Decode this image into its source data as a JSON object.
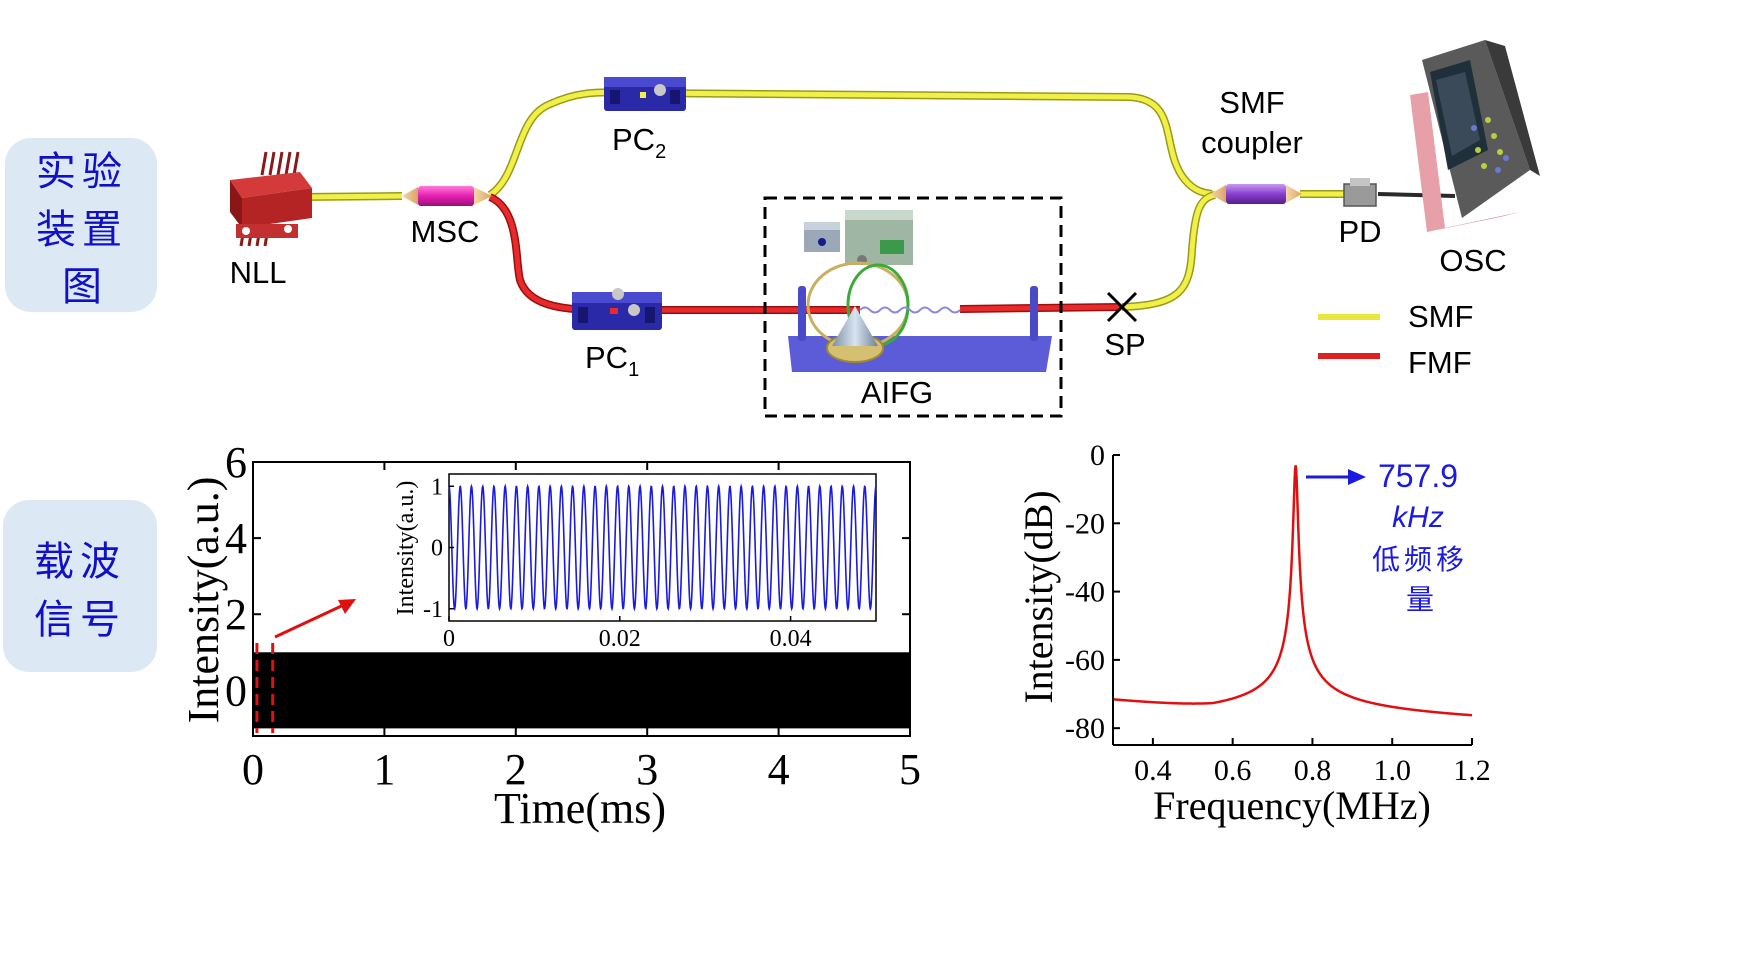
{
  "side_labels": {
    "setup": [
      "实验",
      "装置",
      "图"
    ],
    "signal": [
      "载波",
      "信号"
    ]
  },
  "setup": {
    "components": {
      "nll": "NLL",
      "msc": "MSC",
      "pc2": "PC",
      "pc2_sub": "2",
      "pc1": "PC",
      "pc1_sub": "1",
      "aifg": "AIFG",
      "sp": "SP",
      "coupler_line1": "SMF",
      "coupler_line2": "coupler",
      "pd": "PD",
      "osc": "OSC"
    },
    "legend": [
      {
        "label": "SMF",
        "color": "#e8e83a"
      },
      {
        "label": "FMF",
        "color": "#e02020"
      }
    ],
    "colors": {
      "smf": "#e8e83a",
      "fmf": "#e02020",
      "device_blue": "#2a2aa8",
      "stage": "#5a5ad0"
    }
  },
  "chart_data": [
    {
      "type": "line",
      "title": "",
      "xlabel": "Time(ms)",
      "ylabel": "Intensity(a.u.)",
      "xlim": [
        0,
        5
      ],
      "ylim": [
        -1.2,
        6
      ],
      "xticks": [
        "0",
        "1",
        "2",
        "3",
        "4",
        "5"
      ],
      "yticks": [
        "0",
        "2",
        "4",
        "6"
      ],
      "series": [
        {
          "color": "#000000",
          "description_values": {
            "envelope_min": -1,
            "envelope_max": 1
          }
        }
      ],
      "zoom_window_ms": [
        0,
        0.15
      ],
      "inset": {
        "xlabel": "",
        "ylabel": "Intensity(a.u.)",
        "xlim": [
          0,
          0.05
        ],
        "ylim": [
          -1.2,
          1.2
        ],
        "xticks": [
          "0",
          "0.02",
          "0.04"
        ],
        "yticks": [
          "-1",
          "0",
          "1"
        ],
        "cycles": 38,
        "amplitude": 1,
        "color": "#1a1ae0"
      }
    },
    {
      "type": "line",
      "title": "",
      "xlabel": "Frequency(MHz)",
      "ylabel": "Intensity(dB)",
      "xlim": [
        0.3,
        1.2
      ],
      "ylim": [
        -82,
        0
      ],
      "xticks": [
        "0.4",
        "0.6",
        "0.8",
        "1.0",
        "1.2"
      ],
      "yticks": [
        "0",
        "-20",
        "-40",
        "-60",
        "-80"
      ],
      "peak": {
        "x": 0.7579,
        "y": -3
      },
      "baseline_db": -78,
      "color": "#e01010",
      "annotation": {
        "line1": "757.9",
        "line2": "kHz",
        "line3": "低频移",
        "line4": "量",
        "color": "#1a1ae0"
      }
    }
  ]
}
